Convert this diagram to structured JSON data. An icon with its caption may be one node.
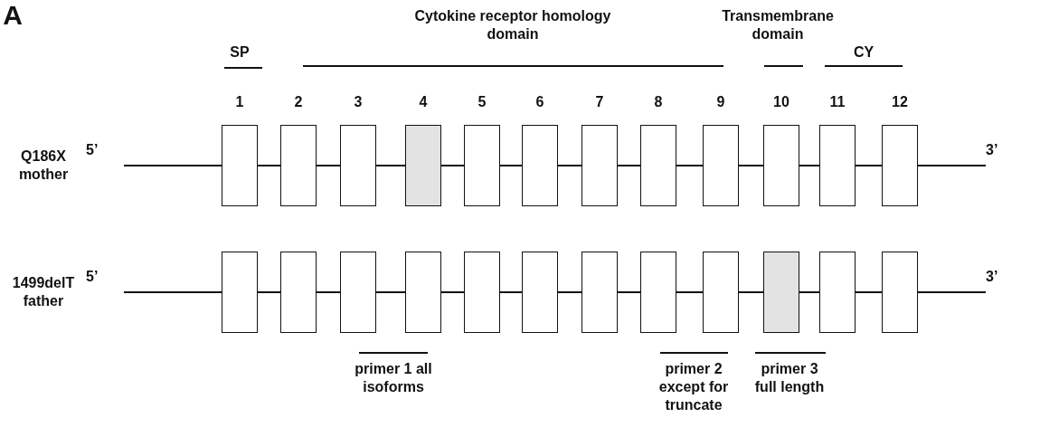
{
  "diagram": {
    "nodes": [
      {
        "text": [
          "5’"
        ]
      },
      {
        "text": [],
        "shape": "box"
      },
      {
        "text": [],
        "shape": "box"
      },
      {
        "text": [],
        "shape": "box"
      },
      {
        "text": [],
        "shape": "box"
      },
      {
        "text": [],
        "shape": "box"
      },
      {
        "text": [],
        "shape": "box"
      },
      {
        "text": [],
        "shape": "box"
      },
      {
        "text": [],
        "shape": "box"
      },
      {
        "text": [],
        "shape": "box"
      },
      {
        "text": [],
        "shape": "box"
      },
      {
        "text": [],
        "shape": "box"
      },
      {
        "text": [],
        "shape": "box"
      },
      {
        "text": [
          "3’"
        ]
      },
      {
        "text": [
          "5’"
        ]
      },
      {
        "text": [],
        "shape": "box"
      },
      {
        "text": [],
        "shape": "box"
      },
      {
        "text": [],
        "shape": "box"
      },
      {
        "text": [],
        "shape": "box"
      },
      {
        "text": [],
        "shape": "box"
      },
      {
        "text": [],
        "shape": "box"
      },
      {
        "text": [],
        "shape": "box"
      },
      {
        "text": [],
        "shape": "box"
      },
      {
        "text": [],
        "shape": "box"
      },
      {
        "text": [],
        "shape": "box"
      },
      {
        "text": [],
        "shape": "box"
      },
      {
        "text": [],
        "shape": "box"
      },
      {
        "text": [
          "3’"
        ]
      }
    ],
    "edges": [
      {
        "from": 0,
        "to": 1,
        "arrow": "none"
      },
      {
        "from": 1,
        "to": 2,
        "arrow": "none"
      },
      {
        "from": 2,
        "to": 3,
        "arrow": "none"
      },
      {
        "from": 3,
        "to": 4,
        "arrow": "none"
      },
      {
        "from": 4,
        "to": 5,
        "arrow": "none"
      },
      {
        "from": 5,
        "to": 6,
        "arrow": "none"
      },
      {
        "from": 6,
        "to": 7,
        "arrow": "none"
      },
      {
        "from": 7,
        "to": 8,
        "arrow": "none"
      },
      {
        "from": 8,
        "to": 9,
        "arrow": "none"
      },
      {
        "from": 9,
        "to": 10,
        "arrow": "none"
      },
      {
        "from": 10,
        "to": 11,
        "arrow": "none"
      },
      {
        "from": 11,
        "to": 12,
        "arrow": "none"
      },
      {
        "from": 12,
        "to": 13,
        "arrow": "none"
      },
      {
        "from": 14,
        "to": 15,
        "arrow": "none"
      },
      {
        "from": 15,
        "to": 16,
        "arrow": "none"
      },
      {
        "from": 16,
        "to": 17,
        "arrow": "none"
      },
      {
        "from": 17,
        "to": 18,
        "arrow": "none"
      },
      {
        "from": 18,
        "to": 19,
        "arrow": "none"
      },
      {
        "from": 19,
        "to": 20,
        "arrow": "none"
      },
      {
        "from": 20,
        "to": 21,
        "arrow": "none"
      },
      {
        "from": 21,
        "to": 22,
        "arrow": "none"
      },
      {
        "from": 22,
        "to": 23,
        "arrow": "none"
      },
      {
        "from": 23,
        "to": 24,
        "arrow": "none"
      },
      {
        "from": 24,
        "to": 25,
        "arrow": "none"
      },
      {
        "from": 25,
        "to": 26,
        "arrow": "none"
      },
      {
        "from": 26,
        "to": 27,
        "arrow": "none"
      }
    ],
    "labels": [
      "A",
      "Cytokine receptor homology domain",
      "Transmembrane domain",
      "SP",
      "CY",
      "1",
      "2",
      "3",
      "4",
      "5",
      "6",
      "7",
      "8",
      "9",
      "10",
      "11",
      "12",
      "Q186X mother",
      "1499delT father",
      "primer 1 all isoforms",
      "primer 2 except for truncate",
      "primer 3 full length"
    ]
  }
}
